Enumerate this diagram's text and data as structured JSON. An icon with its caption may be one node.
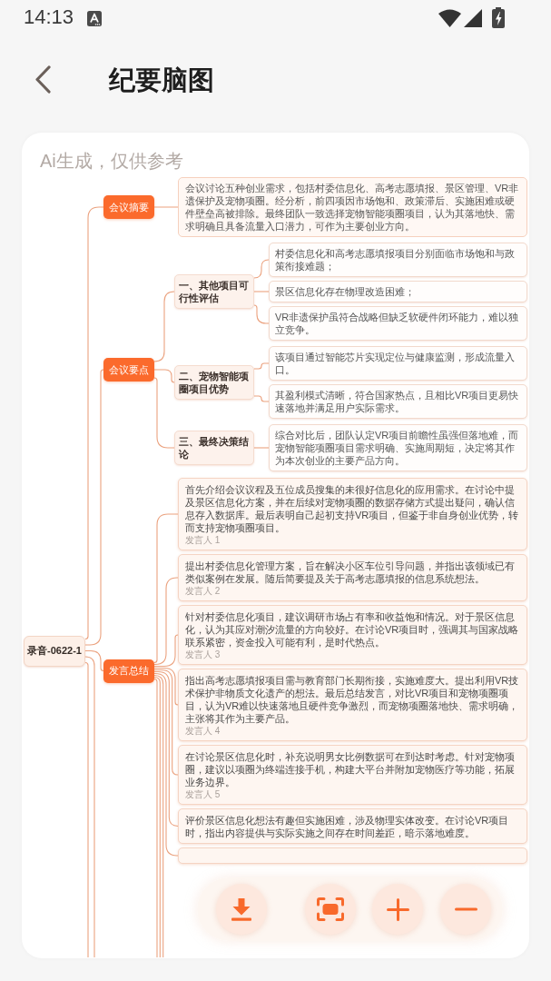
{
  "diagram": {
    "title": "纪要脑图",
    "nodes": [
      {
        "text": [
          "录音-0622-1"
        ]
      },
      {
        "text": [
          "会议摘要"
        ]
      },
      {
        "text": [
          "会议讨论五种创业需求，包括村委信息化、高考志愿填报、景区管理、VR非遗保护及宠物项圈。经分析，前四项因市场饱和、政策滞后、实施困难或硬件壁垒高被排除。最终团队一致选择宠物智能项圈项目，认为其落地快、需求明确且具备流量入口潜力，可作为主要创业方向。"
        ]
      },
      {
        "text": [
          "会议要点"
        ]
      },
      {
        "text": [
          "一、其他项目可行性评估"
        ]
      },
      {
        "text": [
          "村委信息化和高考志愿填报项目分别面临市场饱和与政策衔接难题；"
        ]
      },
      {
        "text": [
          "景区信息化存在物理改造困难；"
        ]
      },
      {
        "text": [
          "VR非遗保护虽符合战略但缺乏软硬件闭环能力，难以独立竞争。"
        ]
      },
      {
        "text": [
          "二、宠物智能项圈项目优势"
        ]
      },
      {
        "text": [
          "该项目通过智能芯片实现定位与健康监测，形成流量入口。"
        ]
      },
      {
        "text": [
          "其盈利模式清晰，符合国家热点，且相比VR项目更易快速落地并满足用户实际需求。"
        ]
      },
      {
        "text": [
          "三、最终决策结论"
        ]
      },
      {
        "text": [
          "综合对比后，团队认定VR项目前瞻性虽强但落地难，而宠物智能项圈项目需求明确、实施周期短，决定将其作为本次创业的主要产品方向。"
        ]
      },
      {
        "text": [
          "发言总结"
        ]
      },
      {
        "text": [
          "首先介绍会议议程及五位成员搜集的未很好信息化的应用需求。在讨论中提及景区信息化方案，并在后续对宠物项圈的数据存储方式提出疑问，确认信息存入数据库。最后表明自己起初支持VR项目，但鉴于非自身创业优势，转而支持宠物项圈项目。",
          "发言人 1"
        ]
      },
      {
        "text": [
          "提出村委信息化管理方案，旨在解决小区车位引导问题，并指出该领域已有类似案例在发展。随后简要提及关于高考志愿填报的信息系统想法。",
          "发言人 2"
        ]
      },
      {
        "text": [
          "针对村委信息化项目，建议调研市场占有率和收益饱和情况。对于景区信息化，认为其应对潮汐流量的方向较好。在讨论VR项目时，强调其与国家战略联系紧密，资金投入可能有利，是时代热点。",
          "发言人 3"
        ]
      },
      {
        "text": [
          "指出高考志愿填报项目需与教育部门长期衔接，实施难度大。提出利用VR技术保护非物质文化遗产的想法。最后总结发言，对比VR项目和宠物项圈项目，认为VR难以快速落地且硬件竞争激烈，而宠物项圈落地快、需求明确，主张将其作为主要产品。",
          "发言人 4"
        ]
      },
      {
        "text": [
          "在讨论景区信息化时，补充说明男女比例数据可在到达时考虑。针对宠物项圈，建议以项圈为终端连接手机，构建大平台并附加宠物医疗等功能，拓展业务边界。",
          "发言人 5"
        ]
      },
      {
        "text": [
          "评价景区信息化想法有趣但实施困难，涉及物理实体改变。在讨论VR项目时，指出内容提供与实际实施之间存在时间差距，暗示落地难度。"
        ]
      },
      {
        "text": [],
        "shape": "box"
      }
    ],
    "edges": [
      {
        "from": 0,
        "to": 1,
        "arrow": "none"
      },
      {
        "from": 1,
        "to": 2,
        "arrow": "none"
      },
      {
        "from": 0,
        "to": 3,
        "arrow": "none"
      },
      {
        "from": 3,
        "to": 4,
        "arrow": "none"
      },
      {
        "from": 4,
        "to": 5,
        "arrow": "none"
      },
      {
        "from": 4,
        "to": 6,
        "arrow": "none"
      },
      {
        "from": 4,
        "to": 7,
        "arrow": "none"
      },
      {
        "from": 3,
        "to": 8,
        "arrow": "none"
      },
      {
        "from": 8,
        "to": 9,
        "arrow": "none"
      },
      {
        "from": 8,
        "to": 10,
        "arrow": "none"
      },
      {
        "from": 3,
        "to": 11,
        "arrow": "none"
      },
      {
        "from": 11,
        "to": 12,
        "arrow": "none"
      },
      {
        "from": 0,
        "to": 13,
        "arrow": "none"
      },
      {
        "from": 13,
        "to": 14,
        "arrow": "none"
      },
      {
        "from": 13,
        "to": 15,
        "arrow": "none"
      },
      {
        "from": 13,
        "to": 16,
        "arrow": "none"
      },
      {
        "from": 13,
        "to": 17,
        "arrow": "none"
      },
      {
        "from": 13,
        "to": 18,
        "arrow": "none"
      },
      {
        "from": 13,
        "to": 19,
        "arrow": "none"
      },
      {
        "from": 13,
        "to": 20,
        "arrow": "none"
      },
      {
        "from": 0,
        "to": null,
        "arrow": "none"
      },
      {
        "from": 0,
        "to": null,
        "arrow": "none"
      },
      {
        "from": 13,
        "to": null,
        "arrow": "none"
      },
      {
        "from": 13,
        "to": null,
        "arrow": "none"
      },
      {
        "from": 13,
        "to": null,
        "arrow": "none"
      }
    ],
    "labels": [
      "14:13",
      "Ai生成，仅供参考"
    ]
  }
}
